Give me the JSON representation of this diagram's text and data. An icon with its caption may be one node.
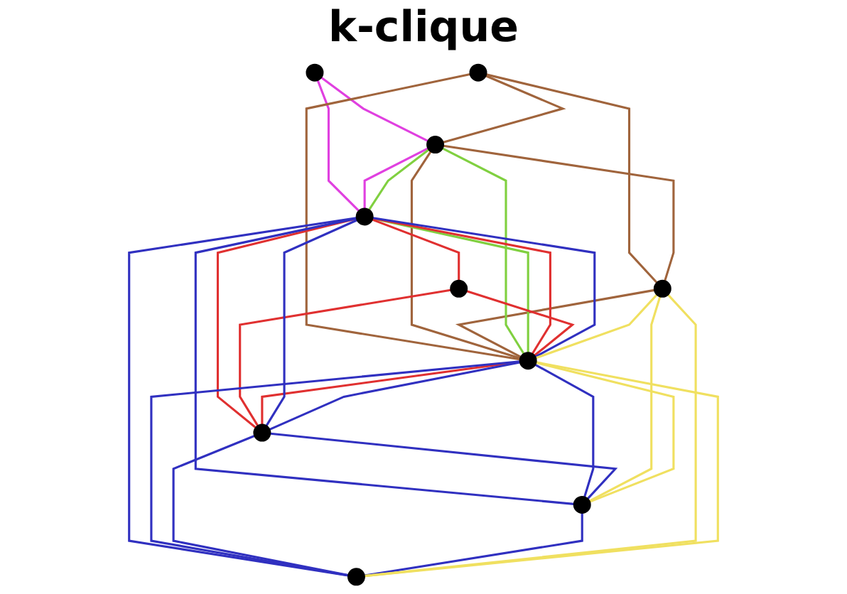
{
  "diagram": {
    "title": "k-clique",
    "nodes": [
      {
        "text": [],
        "shape": "circle"
      },
      {
        "text": [],
        "shape": "circle"
      },
      {
        "text": [],
        "shape": "circle"
      },
      {
        "text": [],
        "shape": "circle"
      },
      {
        "text": [],
        "shape": "circle"
      },
      {
        "text": [],
        "shape": "circle"
      },
      {
        "text": [],
        "shape": "circle"
      },
      {
        "text": [],
        "shape": "circle"
      },
      {
        "text": [],
        "shape": "circle"
      },
      {
        "text": [],
        "shape": "circle"
      }
    ],
    "edges": [
      {
        "from": 0,
        "to": 2,
        "arrow": "none",
        "color": "#e040e0"
      },
      {
        "from": 0,
        "to": 3,
        "arrow": "none",
        "color": "#e040e0"
      },
      {
        "from": 2,
        "to": 3,
        "arrow": "none",
        "color": "#e040e0"
      },
      {
        "from": 1,
        "to": 2,
        "arrow": "none",
        "color": "#a0643c"
      },
      {
        "from": 1,
        "to": 5,
        "arrow": "none",
        "color": "#a0643c"
      },
      {
        "from": 1,
        "to": 6,
        "arrow": "none",
        "color": "#a0643c"
      },
      {
        "from": 2,
        "to": 5,
        "arrow": "none",
        "color": "#a0643c"
      },
      {
        "from": 2,
        "to": 6,
        "arrow": "none",
        "color": "#a0643c"
      },
      {
        "from": 5,
        "to": 6,
        "arrow": "none",
        "color": "#a0643c"
      },
      {
        "from": 2,
        "to": 3,
        "arrow": "none",
        "color": "#80d040"
      },
      {
        "from": 2,
        "to": 6,
        "arrow": "none",
        "color": "#80d040"
      },
      {
        "from": 3,
        "to": 6,
        "arrow": "none",
        "color": "#80d040"
      },
      {
        "from": 3,
        "to": 4,
        "arrow": "none",
        "color": "#e03030"
      },
      {
        "from": 3,
        "to": 6,
        "arrow": "none",
        "color": "#e03030"
      },
      {
        "from": 3,
        "to": 7,
        "arrow": "none",
        "color": "#e03030"
      },
      {
        "from": 4,
        "to": 6,
        "arrow": "none",
        "color": "#e03030"
      },
      {
        "from": 4,
        "to": 7,
        "arrow": "none",
        "color": "#e03030"
      },
      {
        "from": 6,
        "to": 7,
        "arrow": "none",
        "color": "#e03030"
      },
      {
        "from": 3,
        "to": 6,
        "arrow": "none",
        "color": "#3030c0"
      },
      {
        "from": 3,
        "to": 7,
        "arrow": "none",
        "color": "#3030c0"
      },
      {
        "from": 3,
        "to": 8,
        "arrow": "none",
        "color": "#3030c0"
      },
      {
        "from": 3,
        "to": 9,
        "arrow": "none",
        "color": "#3030c0"
      },
      {
        "from": 6,
        "to": 7,
        "arrow": "none",
        "color": "#3030c0"
      },
      {
        "from": 6,
        "to": 8,
        "arrow": "none",
        "color": "#3030c0"
      },
      {
        "from": 6,
        "to": 9,
        "arrow": "none",
        "color": "#3030c0"
      },
      {
        "from": 7,
        "to": 8,
        "arrow": "none",
        "color": "#3030c0"
      },
      {
        "from": 7,
        "to": 9,
        "arrow": "none",
        "color": "#3030c0"
      },
      {
        "from": 8,
        "to": 9,
        "arrow": "none",
        "color": "#3030c0"
      },
      {
        "from": 5,
        "to": 6,
        "arrow": "none",
        "color": "#f0e060"
      },
      {
        "from": 5,
        "to": 8,
        "arrow": "none",
        "color": "#f0e060"
      },
      {
        "from": 5,
        "to": 9,
        "arrow": "none",
        "color": "#f0e060"
      },
      {
        "from": 6,
        "to": 8,
        "arrow": "none",
        "color": "#f0e060"
      },
      {
        "from": 6,
        "to": 9,
        "arrow": "none",
        "color": "#f0e060"
      }
    ]
  }
}
